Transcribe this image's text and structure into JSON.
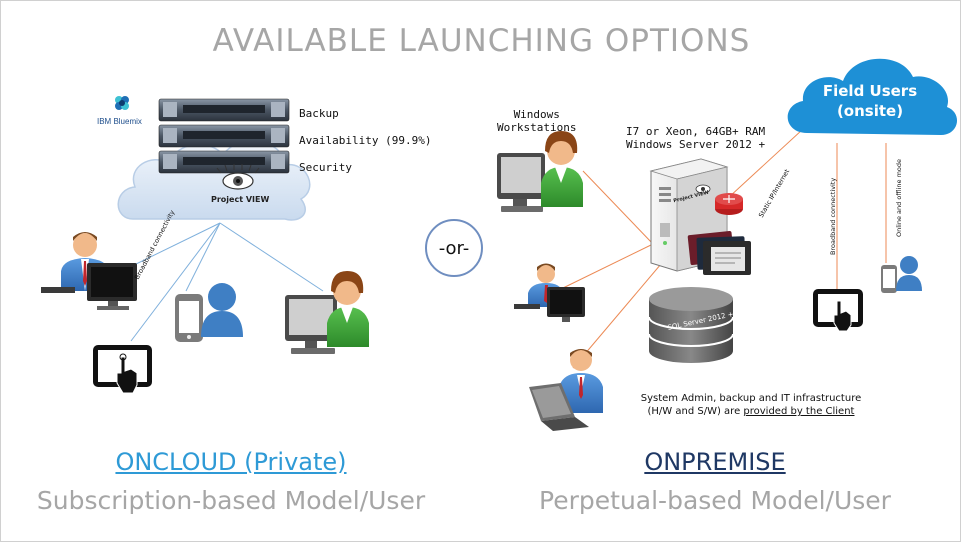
{
  "title": "AVAILABLE LAUNCHING OPTIONS",
  "oncloud": {
    "provider_logo": "IBM Bluemix",
    "cloud_label": "Project VIEW",
    "features": [
      "Backup",
      "Availability (99.9%)",
      "Security"
    ],
    "connection_label": "Broadband connectivity",
    "heading": "ONCLOUD (Private)",
    "subheading": "Subscription-based Model/User",
    "heading_color": "#2e9ad6"
  },
  "separator": "-or-",
  "onpremise": {
    "workstations_label": "Windows\nWorkstations",
    "server_spec": "I7 or Xeon, 64GB+ RAM\nWindows Server 2012 +",
    "server_label": "Project VIEW",
    "db_label": "SQL Server 2012 +",
    "static_ip_label": "Static IP/Internet",
    "admin_note_line1": "System Admin, backup and IT infrastructure",
    "admin_note_line2_prefix": "(H/W and S/W) are ",
    "admin_note_line2_link": "provided by the Client",
    "heading": "ONPREMISE",
    "subheading": "Perpetual-based Model/User",
    "heading_color": "#1f3864"
  },
  "field_users": {
    "label_line1": "Field Users",
    "label_line2": "(onsite)",
    "broadband_label": "Broadband connectivity",
    "online_label": "Online and offline mode"
  },
  "colors": {
    "cloud_blue": "#1e90d6",
    "cloud_light": "#dde8f5",
    "line_blue": "#7fb0dc",
    "line_orange": "#ec8a55",
    "person_skin": "#f1b98a",
    "person_blue": "#3a7dc9",
    "person_green": "#3aa035",
    "icon_blue": "#3f7fc4",
    "grey_title": "#a6a6a6"
  }
}
